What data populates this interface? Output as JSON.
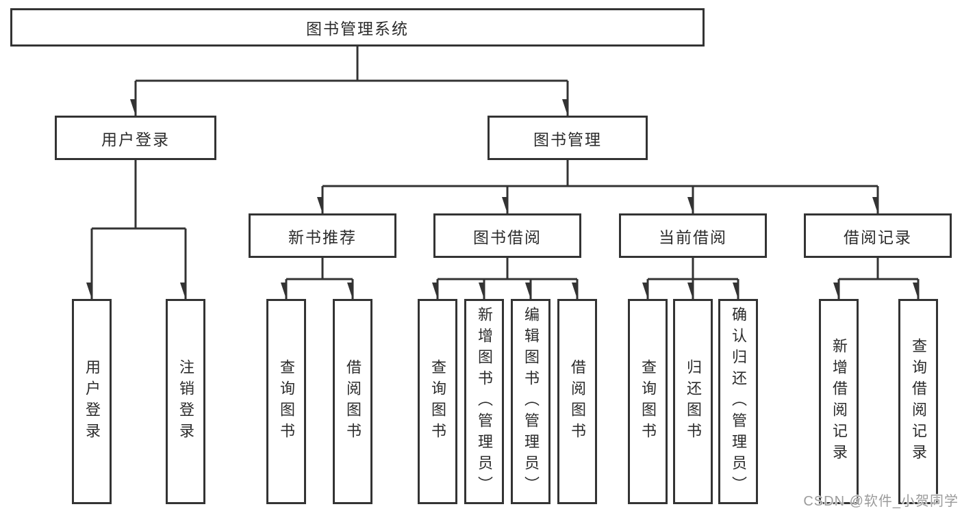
{
  "nodes": {
    "root": "图书管理系统",
    "level2": {
      "user_login": "用户登录",
      "book_management": "图书管理"
    },
    "level3": {
      "new_book_recommend": "新书推荐",
      "book_borrow": "图书借阅",
      "current_borrow": "当前借阅",
      "borrow_record": "借阅记录"
    },
    "leaves": {
      "login": "用户登录",
      "logout": "注销登录",
      "newbook_query": "查询图书",
      "newbook_borrow": "借阅图书",
      "borrow_query": "查询图书",
      "borrow_add": "新增图书（管理员）",
      "borrow_edit": "编辑图书（管理员）",
      "borrow_borrow": "借阅图书",
      "current_query": "查询图书",
      "current_return": "归还图书",
      "current_confirm": "确认归还（管理员）",
      "record_add": "新增借阅记录",
      "record_query": "查询借阅记录"
    }
  },
  "watermark": {
    "text": "CSDN @软件_小贺同学"
  },
  "colors": {
    "line": "#333333",
    "text": "#2b2b2b",
    "watermark": "#9b9b9b",
    "bg": "#ffffff",
    "box_bg": "#ffffff"
  }
}
